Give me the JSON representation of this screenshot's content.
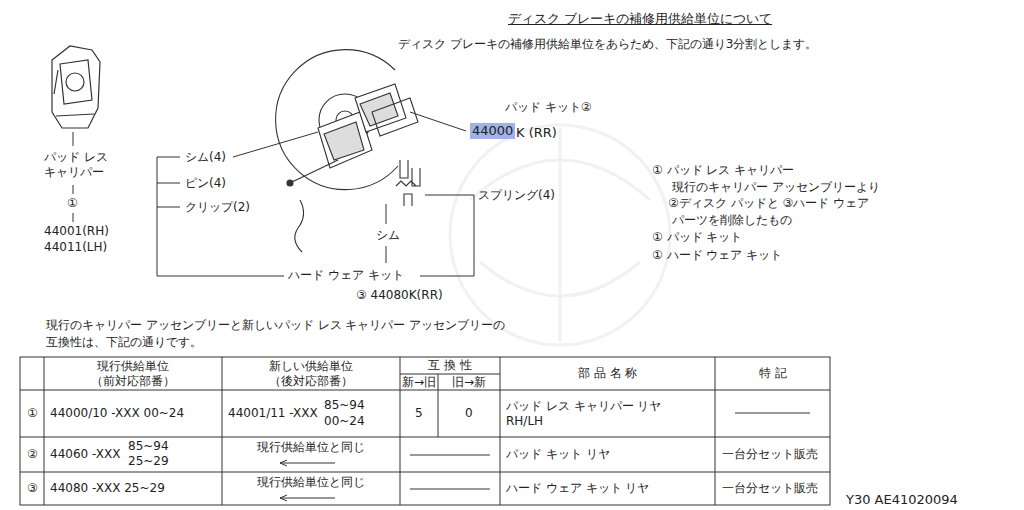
{
  "diagram": {
    "title": "ディスク ブレーキの補修用供給単位について",
    "labels": [
      "ディスク ブレーキの補修用供給単位をあらため、下記の通り3分割とします。",
      "パッド レス キャリパー",
      "①",
      "44001(RH)",
      "44011(LH)",
      "シム(4)",
      "ピン(4)",
      "クリップ(2)",
      "シム",
      "ハード ウェア キット",
      "③ 44080K(RR)",
      "パッド キット②",
      "44000",
      "K (RR)",
      "スプリング(4)",
      "① パッド レス キャリパー",
      "現行のキャリパー アッセンブリーより",
      "②ディスク パッドと ③ハード ウェア",
      "パーツを削除したもの",
      "① パッド キット",
      "① ハード ウェア キット",
      "現行のキャリパー アッセンブリーと新しいパッド レス キャリパー アッセンブリーの",
      "互換性は、下記の通りです。",
      "現行供給単位 （前対応部番）",
      "新しい供給単位 （後対応部番）",
      "互 換 性",
      "新→旧",
      "旧→新",
      "部 品 名 称",
      "特 記",
      "①",
      "44000/10 -XXX 00~24",
      "44001/11 -XXX",
      "85~94",
      "00~24",
      "5",
      "0",
      "パッド レス キャリパー リヤ RH/LH",
      "②",
      "44060 -XXX",
      "85~94",
      "25~29",
      "現行供給単位と同じ",
      "パッド キット リヤ",
      "一台分セット販売",
      "③",
      "44080 -XXX 25~29",
      "現行供給単位と同じ",
      "ハード ウェア キット リヤ",
      "一台分セット販売",
      "Y30 AE41020094"
    ]
  }
}
